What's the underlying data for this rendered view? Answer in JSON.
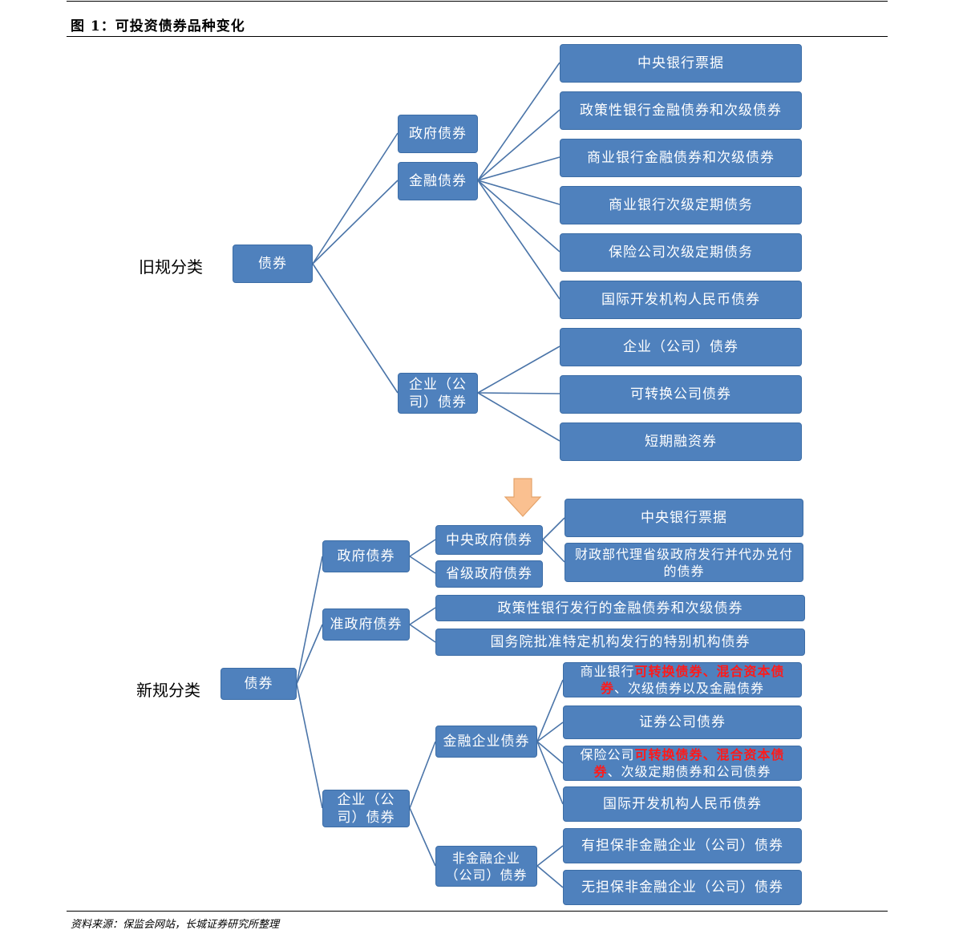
{
  "title": "图 1：可投资债券品种变化",
  "source": "资料来源：保监会网站，长城证券研究所整理",
  "colors": {
    "node_fill": "#4f81bd",
    "node_border": "#3c6da6",
    "highlight": "#ff1a1a",
    "arrow": "#fac090"
  },
  "old": {
    "label": "旧规分类",
    "root": "债券",
    "gov": "政府债券",
    "fin": "金融债券",
    "corp": "企业（公司）债券",
    "leaves": [
      "中央银行票据",
      "政策性银行金融债券和次级债券",
      "商业银行金融债券和次级债券",
      "商业银行次级定期债务",
      "保险公司次级定期债务",
      "国际开发机构人民币债券",
      "企业（公司）债券",
      "可转换公司债券",
      "短期融资券"
    ]
  },
  "new": {
    "label": "新规分类",
    "root": "债券",
    "gov": "政府债券",
    "central_gov": "中央政府债券",
    "provincial_gov": "省级政府债券",
    "quasi_gov": "准政府债券",
    "corp": "企业（公司）债券",
    "fin_corp": "金融企业债券",
    "nonfin_corp": "非金融企业（公司）债券",
    "central_leaves": [
      "中央银行票据",
      "财政部代理省级政府发行并代办兑付的债券"
    ],
    "quasi_leaves": [
      "政策性银行发行的金融债券和次级债券",
      "国务院批准特定机构发行的特别机构债券"
    ],
    "bank_leaf": {
      "pre": "商业银行",
      "hl": "可转换债券、混合资本债券",
      "post": "、次级债券以及金融债券"
    },
    "sec_leaf": "证券公司债券",
    "ins_leaf": {
      "pre": "保险公司",
      "hl": "可转换债券、混合资本债券",
      "post": "、次级定期债券和公司债券"
    },
    "intl_leaf": "国际开发机构人民币债券",
    "nonfin_leaves": [
      "有担保非金融企业（公司）债券",
      "无担保非金融企业（公司）债券"
    ]
  }
}
